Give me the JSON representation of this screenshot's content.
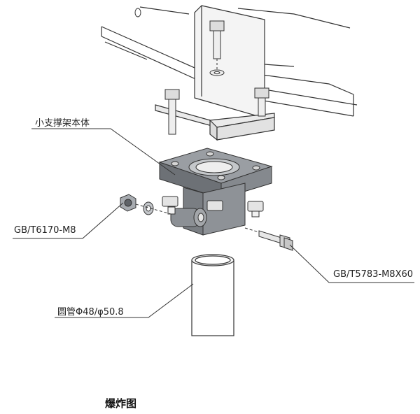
{
  "labels": {
    "bracket_body": "小支撑架本体",
    "nut_standard": "GB/T6170-M8",
    "bolt_standard": "GB/T5783-M8X60",
    "pipe": "圆管Φ48/φ50.8"
  },
  "title": "爆炸图"
}
